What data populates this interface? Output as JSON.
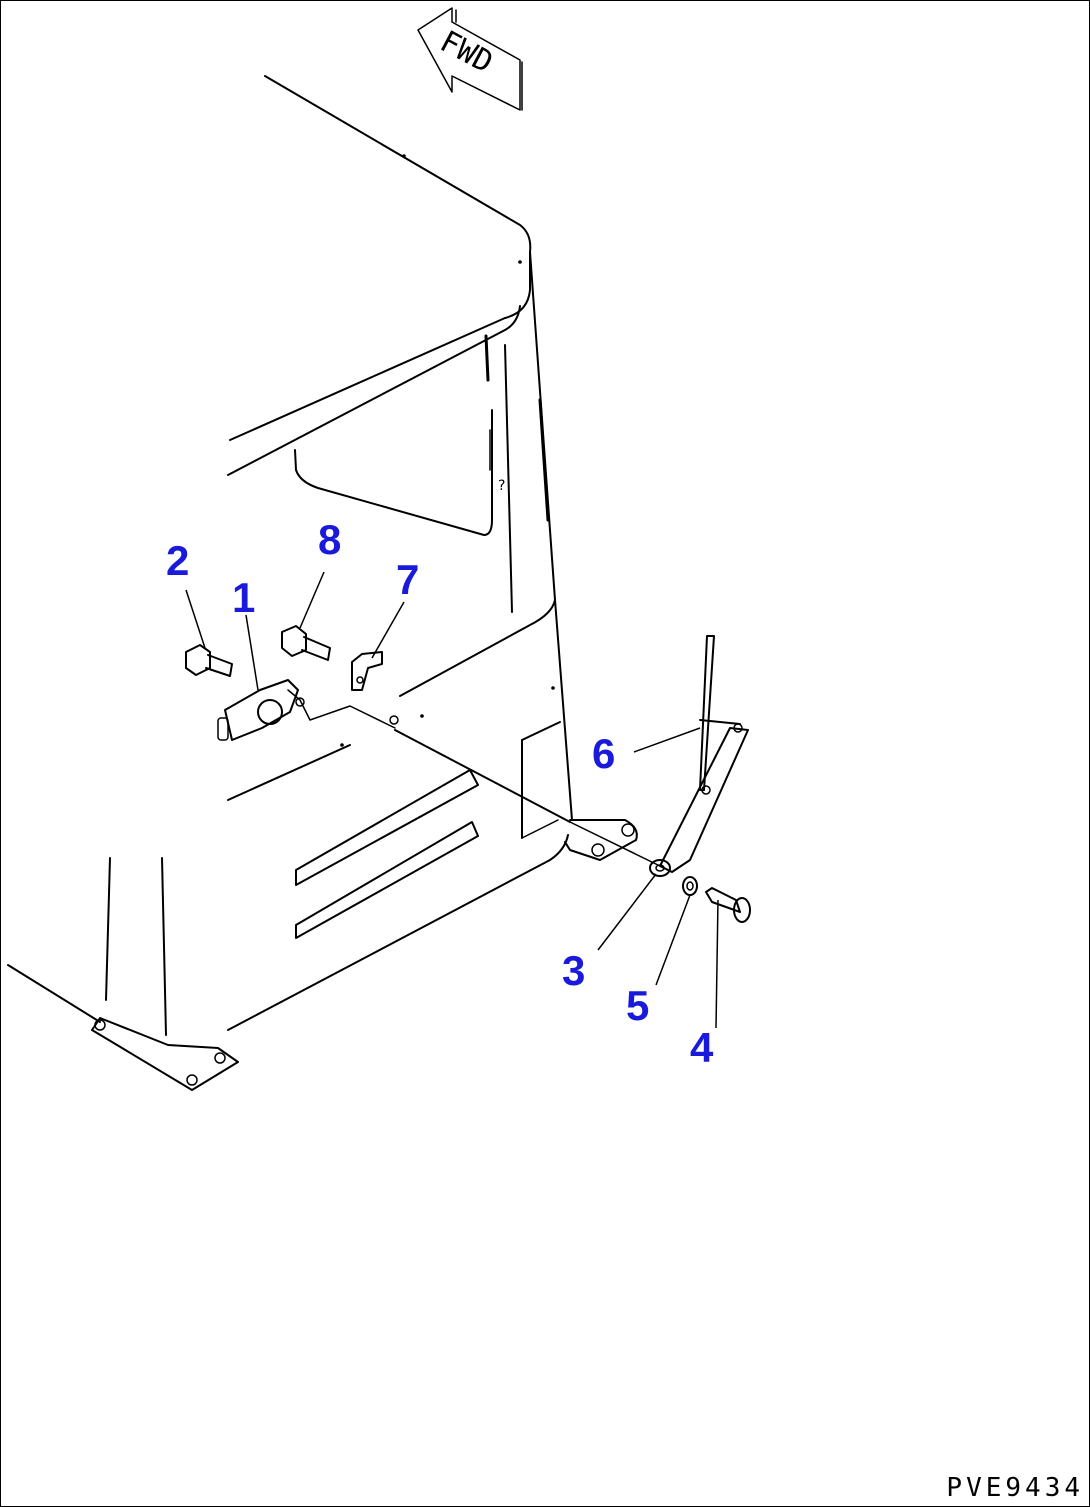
{
  "direction_arrow": {
    "label": "FWD"
  },
  "callouts": [
    {
      "id": "1",
      "label": "1"
    },
    {
      "id": "2",
      "label": "2"
    },
    {
      "id": "3",
      "label": "3"
    },
    {
      "id": "4",
      "label": "4"
    },
    {
      "id": "5",
      "label": "5"
    },
    {
      "id": "6",
      "label": "6"
    },
    {
      "id": "7",
      "label": "7"
    },
    {
      "id": "8",
      "label": "8"
    }
  ],
  "drawing_code": "PVE9434",
  "colors": {
    "callout": "#1a1adb",
    "line": "#000000",
    "background": "#ffffff"
  }
}
